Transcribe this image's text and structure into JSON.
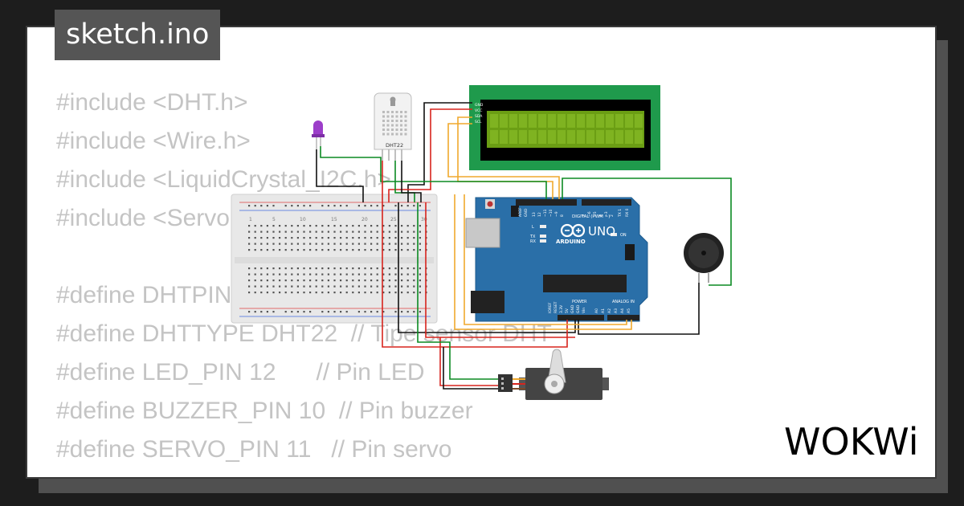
{
  "file_tab": {
    "label": "sketch.ino"
  },
  "code": {
    "lines": [
      "#include <DHT.h>",
      "#include <Wire.h>",
      "#include <LiquidCrystal_I2C.h>",
      "#include <Servo.h>",
      "",
      "#define DHTPIN 2     // Pin sensor",
      "#define DHTTYPE DHT22  // Tipe sensor DHT",
      "#define LED_PIN 12      // Pin LED",
      "#define BUZZER_PIN 10  // Pin buzzer",
      "#define SERVO_PIN 11   // Pin servo"
    ]
  },
  "circuit": {
    "dht": {
      "label": "DHT22"
    },
    "lcd": {
      "pins": [
        "GND",
        "VCC",
        "SDA",
        "SCL"
      ]
    },
    "arduino": {
      "brand": "ARDUINO",
      "model": "UNO",
      "digital_label": "DIGITAL (PWM ~)",
      "power_label": "POWER",
      "analog_label": "ANALOG IN",
      "on_label": "ON",
      "leds": [
        "L",
        "TX",
        "RX"
      ],
      "aref": "AREF",
      "gnd": "GND",
      "digital_pins": [
        "13",
        "12",
        "~11",
        "~10",
        "~9",
        "8",
        "7",
        "~6",
        "~5",
        "4",
        "~3",
        "2",
        "TX 1",
        "RX 0"
      ],
      "power_pins": [
        "IOREF",
        "RESET",
        "3.3V",
        "5V",
        "GND",
        "GND",
        "Vin"
      ],
      "analog_pins": [
        "A0",
        "A1",
        "A2",
        "A3",
        "A4",
        "A5"
      ]
    },
    "breadboard": {
      "cols": [
        "1",
        "5",
        "10",
        "15",
        "20",
        "25",
        "30"
      ]
    }
  },
  "brand": {
    "logo": "WOKWi"
  },
  "colors": {
    "background": "#1d1d1d",
    "card": "#ffffff",
    "tab": "#555555",
    "code_text": "#c4c4c4",
    "lcd_pcb": "#1f9a4c",
    "lcd_screen": "#6b9e14",
    "arduino": "#2a6fa8",
    "wire_red": "#d7241d",
    "wire_green": "#0b8a22",
    "wire_black": "#111111",
    "wire_orange": "#f0a92d"
  }
}
